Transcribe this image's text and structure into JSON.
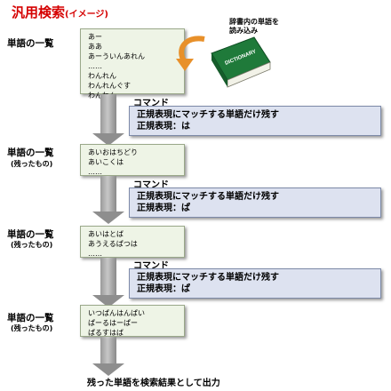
{
  "title": {
    "main": "汎用検索",
    "sub": "(イメージ)"
  },
  "dictionary": {
    "caption_line1": "辞書内の単語を",
    "caption_line2": "読み込み",
    "book_label": "DICTIONARY"
  },
  "stages": [
    {
      "label": "単語の一覧",
      "sublabel": "",
      "words": [
        "あー",
        "ああ",
        "あーういんあれん",
        "……",
        "わんれん",
        "わんれんぐす",
        "わんわん"
      ]
    },
    {
      "label": "単語の一覧",
      "sublabel": "(残ったもの)",
      "words": [
        "あいおはちどり",
        "あいこくは",
        "……"
      ]
    },
    {
      "label": "単語の一覧",
      "sublabel": "(残ったもの)",
      "words": [
        "あいはとば",
        "あうえるぱつは",
        "……"
      ]
    },
    {
      "label": "単語の一覧",
      "sublabel": "(残ったもの)",
      "words": [
        "いつぱんはんぱい",
        "ぱーるはーぱー",
        "ぱるすはば"
      ]
    }
  ],
  "commands": [
    {
      "heading": "コマンド",
      "line1": "正規表現にマッチする単語だけ残す",
      "line2": "正規表現：は"
    },
    {
      "heading": "コマンド",
      "line1": "正規表現にマッチする単語だけ残す",
      "line2": "正規表現：ぱ"
    },
    {
      "heading": "コマンド",
      "line1": "正規表現にマッチする単語だけ残す",
      "line2": "正規表現：ぱ"
    }
  ],
  "final_output": "残った単語を検索結果として出力",
  "colors": {
    "title": "#d50000",
    "word_box": "#eef4e6",
    "command_box": "#dde2f0",
    "book": "#1f7a3a",
    "curved_arrow": "#e8902a"
  }
}
